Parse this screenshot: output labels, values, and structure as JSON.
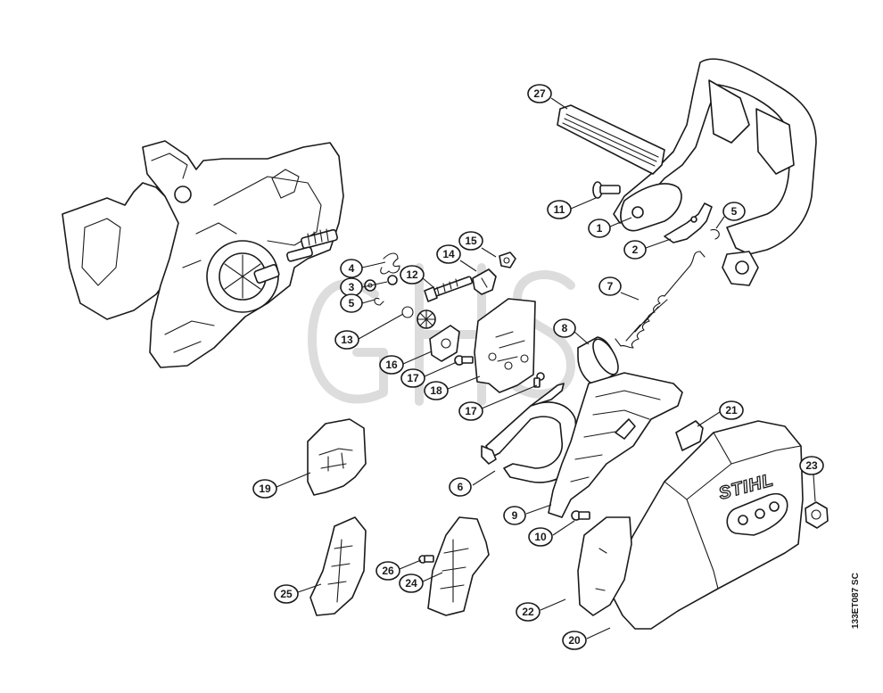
{
  "diagram": {
    "reference_code": "133ET087 SC",
    "brand_mark": "STIHL",
    "watermark_text": "GHS",
    "callouts": [
      {
        "id": "c27",
        "label": "27"
      },
      {
        "id": "c11",
        "label": "11"
      },
      {
        "id": "c1",
        "label": "1"
      },
      {
        "id": "c2",
        "label": "2"
      },
      {
        "id": "c5a",
        "label": "5"
      },
      {
        "id": "c15",
        "label": "15"
      },
      {
        "id": "c14",
        "label": "14"
      },
      {
        "id": "c4",
        "label": "4"
      },
      {
        "id": "c12",
        "label": "12"
      },
      {
        "id": "c3",
        "label": "3"
      },
      {
        "id": "c5b",
        "label": "5"
      },
      {
        "id": "c7",
        "label": "7"
      },
      {
        "id": "c13",
        "label": "13"
      },
      {
        "id": "c8",
        "label": "8"
      },
      {
        "id": "c16",
        "label": "16"
      },
      {
        "id": "c17a",
        "label": "17"
      },
      {
        "id": "c18",
        "label": "18"
      },
      {
        "id": "c17b",
        "label": "17"
      },
      {
        "id": "c21",
        "label": "21"
      },
      {
        "id": "c19",
        "label": "19"
      },
      {
        "id": "c6",
        "label": "6"
      },
      {
        "id": "c23",
        "label": "23"
      },
      {
        "id": "c9",
        "label": "9"
      },
      {
        "id": "c10",
        "label": "10"
      },
      {
        "id": "c26",
        "label": "26"
      },
      {
        "id": "c24",
        "label": "24"
      },
      {
        "id": "c25",
        "label": "25"
      },
      {
        "id": "c22",
        "label": "22"
      },
      {
        "id": "c20",
        "label": "20"
      }
    ]
  }
}
